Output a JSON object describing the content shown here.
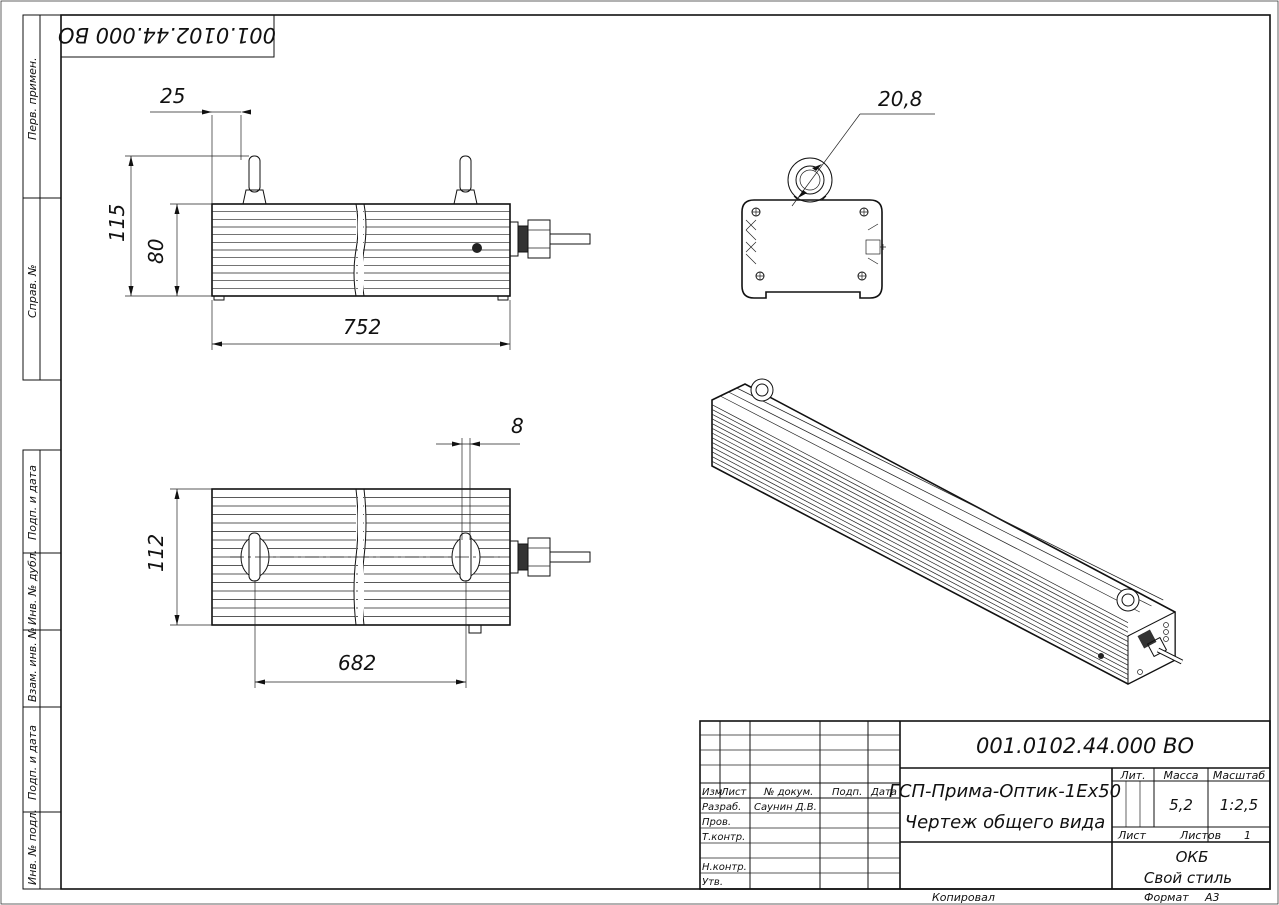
{
  "stamp_code": "001.0102.44.000 ВО",
  "side_labels": [
    "Перв. примен.",
    "Справ. №",
    "Подп. и дата",
    "Инв. № дубл.",
    "Взам. инв. №",
    "Подп. и дата",
    "Инв. № подл."
  ],
  "dimensions": {
    "top_spacing": "25",
    "height_total": "115",
    "height_body": "80",
    "length": "752",
    "eye_diameter": "20,8",
    "bottom_offset": "8",
    "width": "112",
    "mount_spacing": "682"
  },
  "title_block": {
    "doc_code": "001.0102.44.000 ВО",
    "name_line1": "ГСП-Прима-Оптик-1Ex50",
    "name_line2": "Чертеж общего вида",
    "hdr_izm": "Изм",
    "hdr_list": "Лист",
    "hdr_docum": "№ докум.",
    "hdr_podp": "Подп.",
    "hdr_data": "Дата",
    "row_razrab": "Разраб.",
    "razrab_name": "Саунин Д.В.",
    "row_prov": "Пров.",
    "row_tkontr": "Т.контр.",
    "row_nkontr": "Н.контр.",
    "row_utv": "Утв.",
    "lit_label": "Лит.",
    "mass_label": "Масса",
    "scale_label": "Масштаб",
    "mass_value": "5,2",
    "scale_value": "1:2,5",
    "sheet_label": "Лист",
    "sheets_label": "Листов",
    "sheets_value": "1",
    "org_line1": "ОКБ",
    "org_line2": "Свой стиль",
    "copied": "Копировал",
    "format_label": "Формат",
    "format_value": "А3"
  }
}
